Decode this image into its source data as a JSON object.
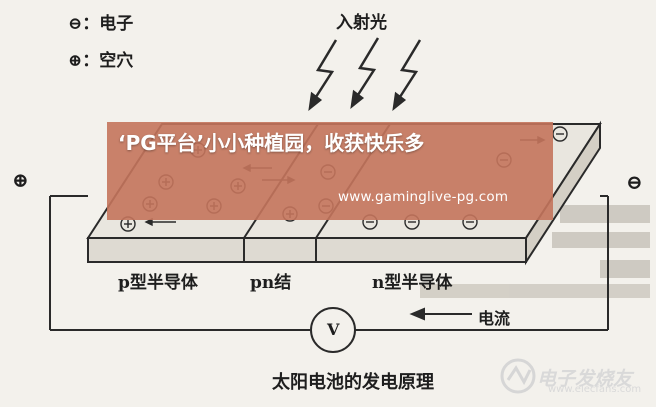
{
  "legend": {
    "electron_symbol": "⊖",
    "electron_label": "：电子",
    "hole_symbol": "⊕",
    "hole_label": "：空穴"
  },
  "incident_light_label": "入射光",
  "terminal_left_symbol": "⊕",
  "terminal_right_symbol": "⊖",
  "region_labels": {
    "p": "p型半导体",
    "pn": "pn结",
    "n": "n型半导体"
  },
  "current_label": "电流",
  "meter_label": "V",
  "caption": "太阳电池的发电原理",
  "overlay": {
    "title": "‘PG平台’小小种植园，收获快乐多",
    "url": "www.gaminglive-pg.com"
  },
  "watermark": {
    "text": "电子发烧友",
    "sub": "www.elecfans.com"
  },
  "colors": {
    "overlay_bg": "#c4745c",
    "line": "#2a2a2a",
    "paper": "#f3f1ec"
  }
}
